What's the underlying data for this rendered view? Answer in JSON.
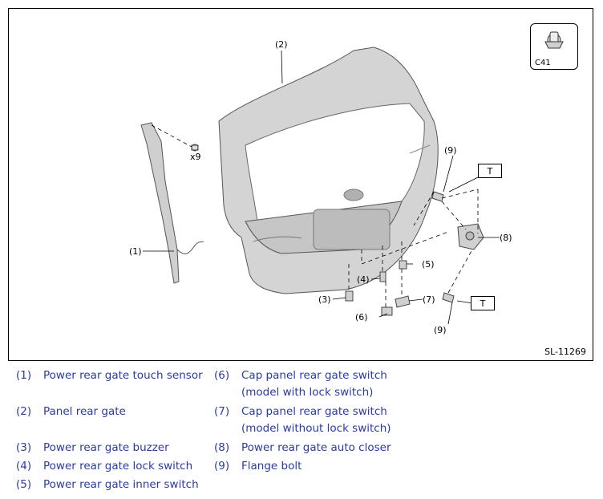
{
  "figure": {
    "code": "SL-11269",
    "clip_code": "C41",
    "clip_qty": "x9",
    "torque_mark": "T",
    "callouts": [
      "(1)",
      "(2)",
      "(3)",
      "(4)",
      "(5)",
      "(6)",
      "(7)",
      "(8)",
      "(9)"
    ]
  },
  "legend": [
    {
      "num": "(1)",
      "text": "Power rear gate touch sensor"
    },
    {
      "num": "(2)",
      "text": "Panel rear gate"
    },
    {
      "num": "(3)",
      "text": "Power rear gate buzzer"
    },
    {
      "num": "(4)",
      "text": "Power rear gate lock switch"
    },
    {
      "num": "(5)",
      "text": "Power rear gate inner switch"
    },
    {
      "num": "(6)",
      "text": "Cap panel rear gate switch (model with lock switch)"
    },
    {
      "num": "(7)",
      "text": "Cap panel rear gate switch (model without lock switch)"
    },
    {
      "num": "(8)",
      "text": "Power rear gate auto closer"
    },
    {
      "num": "(9)",
      "text": "Flange bolt"
    }
  ],
  "colors": {
    "legend_text": "#2b3aa6",
    "part_fill": "#d4d4d4",
    "line": "#000000"
  }
}
